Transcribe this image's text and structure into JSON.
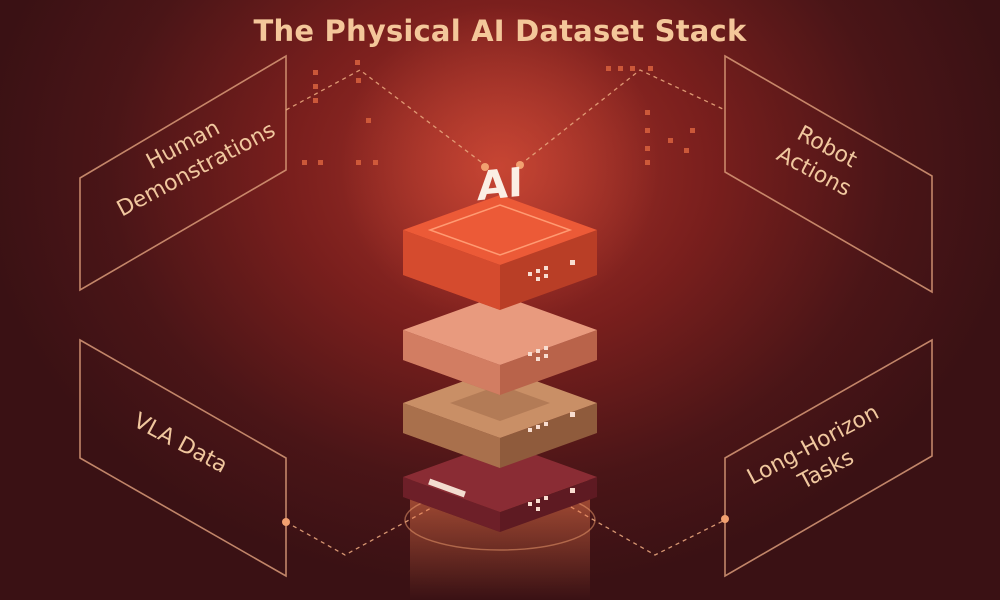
{
  "diagram": {
    "title": "The Physical AI Dataset Stack",
    "center_label": "AI",
    "panels": {
      "top_left": [
        "Human",
        "Demonstrations"
      ],
      "top_right": [
        "Robot",
        "Actions"
      ],
      "bottom_left": [
        "VLA Data"
      ],
      "bottom_right": [
        "Long-Horizon",
        "Tasks"
      ]
    },
    "colors": {
      "layer1": "#ec5a37",
      "layer2": "#e89a7e",
      "layer3": "#c98f66",
      "layer4": "#8a2c34",
      "line": "#e8a57c",
      "text": "#f4c79a"
    }
  }
}
